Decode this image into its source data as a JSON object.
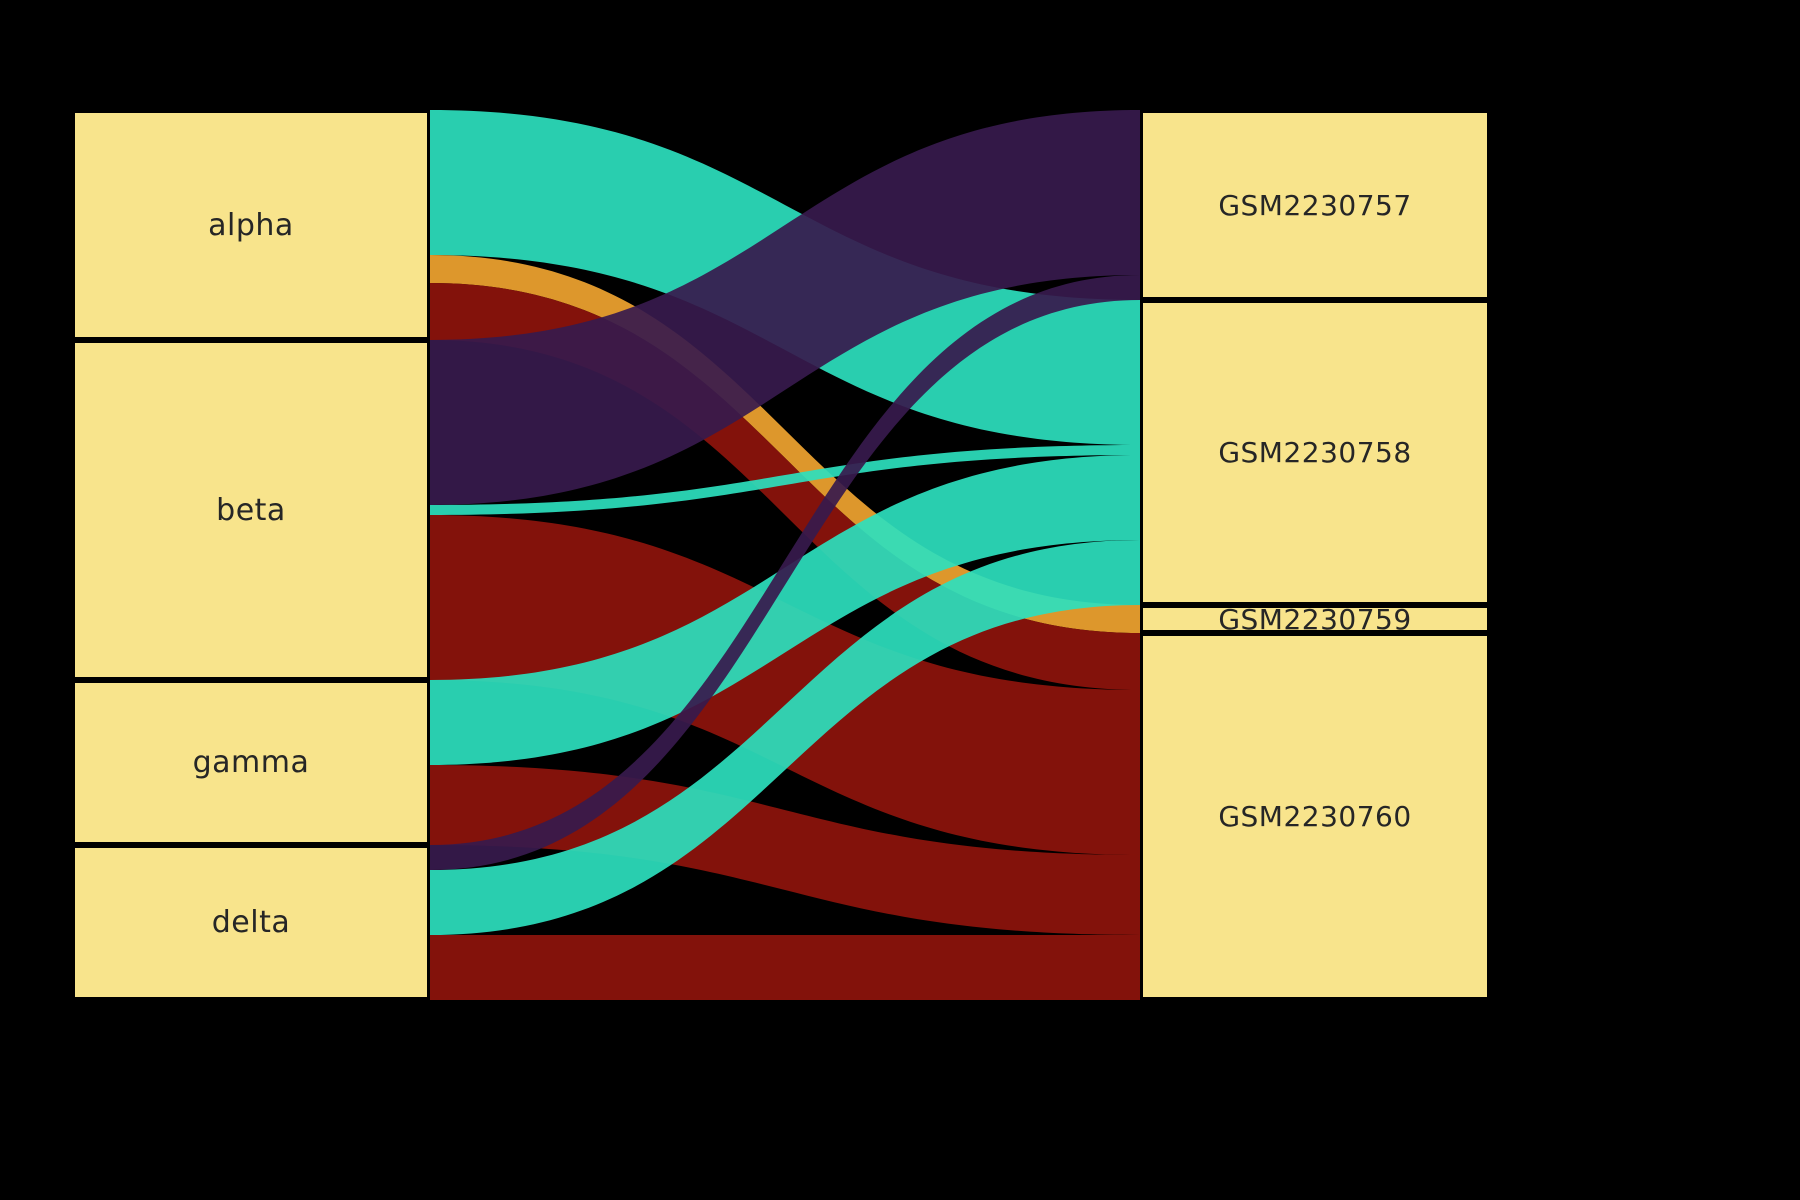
{
  "chart_data": {
    "type": "sankey",
    "title": "",
    "orientation": "horizontal",
    "background_color": "#000000",
    "node_color": "#F8E48C",
    "node_border_color": "#000000",
    "label_color": "#262626",
    "source_order": [
      "alpha",
      "beta",
      "gamma",
      "delta"
    ],
    "target_order": [
      "GSM2230757",
      "GSM2230758",
      "GSM2230759",
      "GSM2230760"
    ],
    "source_labels": {
      "alpha": "alpha",
      "beta": "beta",
      "gamma": "gamma",
      "delta": "delta"
    },
    "target_labels": {
      "GSM2230757": "GSM2230757",
      "GSM2230758": "GSM2230758",
      "GSM2230759": "GSM2230759",
      "GSM2230760": "GSM2230760"
    },
    "link_colors_by_target": {
      "GSM2230757": "#371A4D",
      "GSM2230758": "#2DE0BE",
      "GSM2230759": "#F0A430",
      "GSM2230760": "#8E130C"
    },
    "links": [
      {
        "source": "alpha",
        "target": "GSM2230758",
        "value": 145,
        "color": "#2DE0BE"
      },
      {
        "source": "alpha",
        "target": "GSM2230759",
        "value": 28,
        "color": "#F0A430"
      },
      {
        "source": "alpha",
        "target": "GSM2230760",
        "value": 57,
        "color": "#8E130C"
      },
      {
        "source": "beta",
        "target": "GSM2230757",
        "value": 165,
        "color": "#371A4D"
      },
      {
        "source": "beta",
        "target": "GSM2230758",
        "value": 10,
        "color": "#2DE0BE"
      },
      {
        "source": "beta",
        "target": "GSM2230760",
        "value": 165,
        "color": "#8E130C"
      },
      {
        "source": "gamma",
        "target": "GSM2230758",
        "value": 85,
        "color": "#2DE0BE"
      },
      {
        "source": "gamma",
        "target": "GSM2230760",
        "value": 80,
        "color": "#8E130C"
      },
      {
        "source": "delta",
        "target": "GSM2230757",
        "value": 25,
        "color": "#371A4D"
      },
      {
        "source": "delta",
        "target": "GSM2230758",
        "value": 65,
        "color": "#2DE0BE"
      },
      {
        "source": "delta",
        "target": "GSM2230760",
        "value": 65,
        "color": "#8E130C"
      }
    ],
    "node_totals": {
      "alpha": 230,
      "beta": 340,
      "gamma": 165,
      "delta": 155,
      "GSM2230757": 190,
      "GSM2230758": 305,
      "GSM2230759": 28,
      "GSM2230760": 367
    }
  }
}
